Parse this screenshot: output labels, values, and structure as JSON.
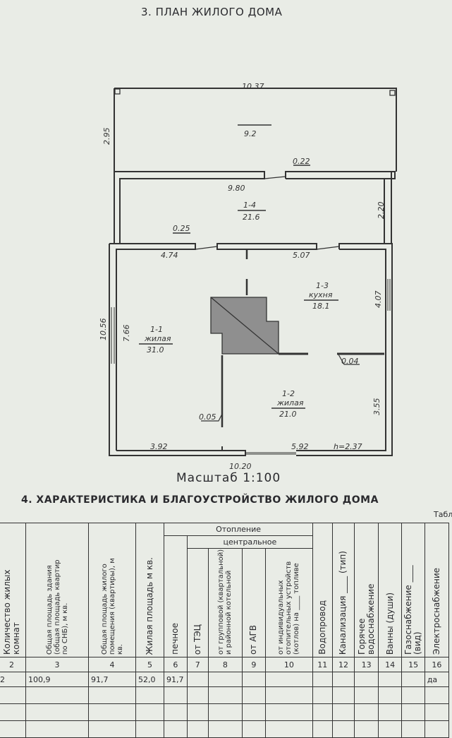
{
  "section3_title": "3. ПЛАН ЖИЛОГО ДОМА",
  "plan": {
    "dims": {
      "top": "10.37",
      "veranda_h": "2.95",
      "corridor_w": "9.80",
      "door1": "0.22",
      "corridor_h": "2.20",
      "door2": "0.25",
      "seg_left": "4.74",
      "seg_right": "5.07",
      "left_total": "10.56",
      "left_inner": "7.66",
      "kitchen_h": "4.07",
      "bottom_left": "3.92",
      "bottom_right": "5.92",
      "ceiling": "h=2.37",
      "bottom_total": "10.20",
      "right_lower": "3.55",
      "niche1": "0.04",
      "niche2": "0.05"
    },
    "rooms": [
      {
        "num": "",
        "name": "",
        "area": "9.2"
      },
      {
        "num": "1-4",
        "name": "",
        "area": "21.6"
      },
      {
        "num": "1-3",
        "name": "кухня",
        "area": "18.1"
      },
      {
        "num": "1-1",
        "name": "жилая",
        "area": "31.0"
      },
      {
        "num": "1-2",
        "name": "жилая",
        "area": "21.0"
      }
    ],
    "scale": "Масштаб 1:100"
  },
  "section4_title": "4. ХАРАКТЕРИСТИКА И БЛАГОУСТРОЙСТВО ЖИЛОГО ДОМА",
  "table_label": "Табл",
  "table": {
    "headers": {
      "c2": "Количество жилых комнат",
      "c3": "Общая площадь здания (общая площадь квартир по СНБ), м кв.",
      "c4": "Общая площадь жилого помещения (квартиры), м кв.",
      "c5": "Жилая площадь м кв.",
      "heating": "Отопление",
      "central": "центральное",
      "c6": "печное",
      "c7": "от ТЭЦ",
      "c8": "от групповой (квартальной) и районной котельной",
      "c9": "от АГВ",
      "c10": "от индивидуальных отопительных устройств (котлов) на ____ топливе",
      "c11": "Водопровод",
      "c12": "Канализация ____ (тип)",
      "c13": "Горячее водоснабжение",
      "c14": "Ванны (души)",
      "c15": "Газоснабжение ____ (вид)",
      "c16": "Электроснабжение"
    },
    "numbers": [
      "2",
      "3",
      "4",
      "5",
      "6",
      "7",
      "8",
      "9",
      "10",
      "11",
      "12",
      "13",
      "14",
      "15",
      "16"
    ],
    "row": [
      "2",
      "100,9",
      "91,7",
      "52,0",
      "91,7",
      "",
      "",
      "",
      "",
      "",
      "",
      "",
      "",
      "",
      "да"
    ]
  }
}
